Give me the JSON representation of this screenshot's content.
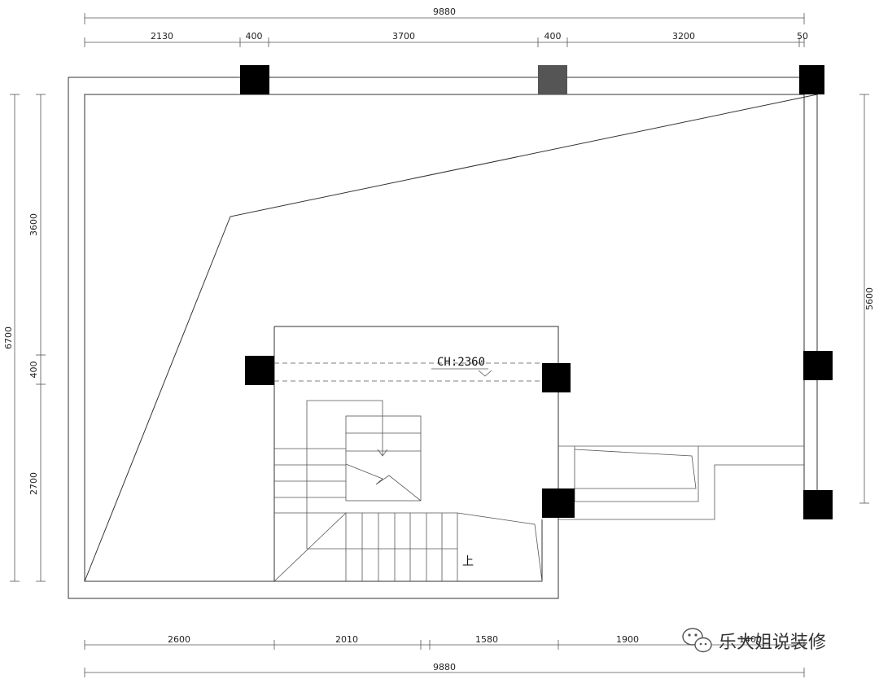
{
  "dimensions": {
    "top_total": "9880",
    "top_segments": [
      "2130",
      "400",
      "3700",
      "400",
      "3200",
      "50"
    ],
    "bottom_total": "9880",
    "bottom_segments": [
      "2600",
      "2010",
      "1580",
      "1900",
      "1400"
    ],
    "left_total": "6700",
    "left_segments": [
      "3600",
      "400",
      "2700"
    ],
    "right_total": "5600"
  },
  "annotations": {
    "ceiling_height": "CH:2360",
    "stair_up": "上"
  },
  "watermark": {
    "text": "乐大姐说装修"
  },
  "colors": {
    "column": "#000000",
    "column_gray": "#555555",
    "line": "#333333"
  }
}
